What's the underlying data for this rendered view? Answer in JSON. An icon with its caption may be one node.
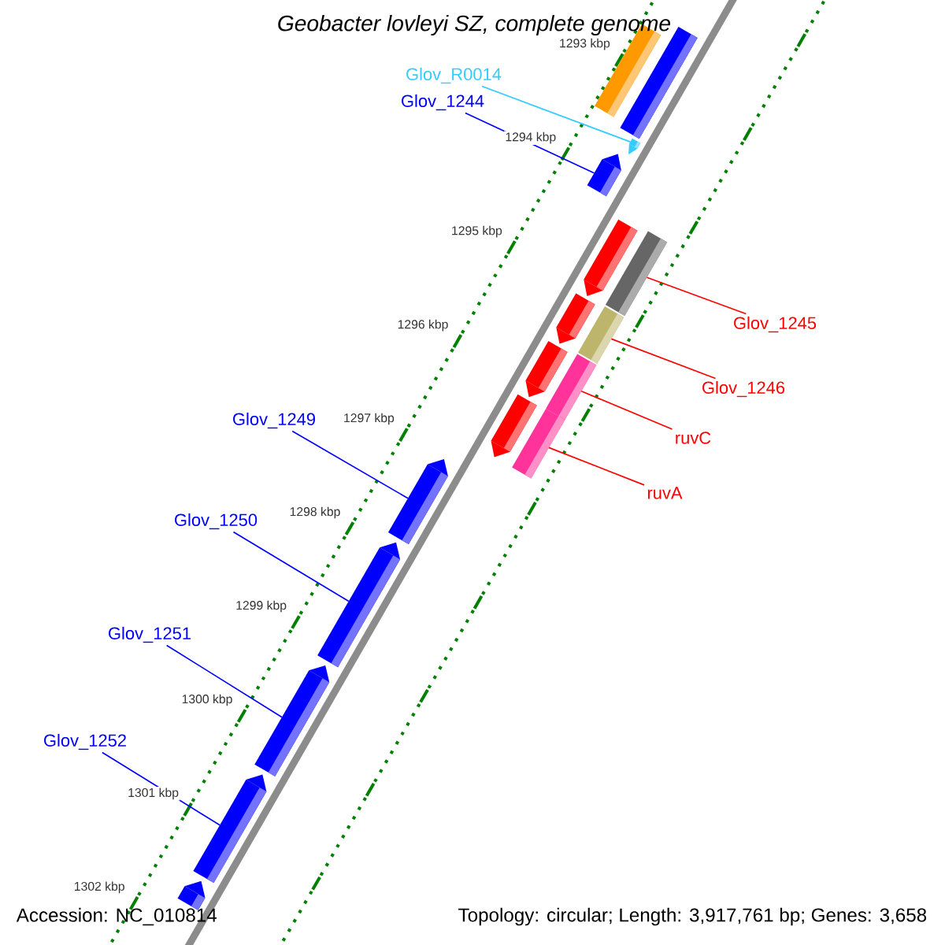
{
  "diagram": {
    "title": "Geobacter lovleyi SZ, complete genome",
    "nodes": [
      {
        "text": [
          "Glov_R0014"
        ]
      },
      {
        "text": [
          "Glov_1244"
        ]
      },
      {
        "text": [],
        "shape": "arrow"
      },
      {
        "text": [],
        "shape": "arrow"
      },
      {
        "text": [],
        "shape": "arrow"
      },
      {
        "text": [],
        "shape": "arrow"
      },
      {
        "text": [],
        "shape": "arrow"
      },
      {
        "text": [],
        "shape": "arrow"
      },
      {
        "text": [
          "Glov_1245"
        ]
      },
      {
        "text": [],
        "shape": "arrow"
      },
      {
        "text": [],
        "shape": "arrow"
      },
      {
        "text": [
          "Glov_1246"
        ]
      },
      {
        "text": [],
        "shape": "arrow"
      },
      {
        "text": [],
        "shape": "arrow"
      },
      {
        "text": [
          "ruvC"
        ]
      },
      {
        "text": [],
        "shape": "arrow"
      },
      {
        "text": [],
        "shape": "arrow"
      },
      {
        "text": [
          "ruvA"
        ]
      },
      {
        "text": [
          "Glov_1249"
        ]
      },
      {
        "text": [],
        "shape": "arrow"
      },
      {
        "text": [
          "Glov_1250"
        ]
      },
      {
        "text": [],
        "shape": "arrow"
      },
      {
        "text": [
          "Glov_1251"
        ]
      },
      {
        "text": [],
        "shape": "arrow"
      },
      {
        "text": [
          "Glov_1252"
        ]
      },
      {
        "text": [],
        "shape": "arrow"
      },
      {
        "text": [],
        "shape": "arrow"
      }
    ],
    "edges": [
      {
        "from": 0,
        "to": 4,
        "arrow": "none",
        "color": "#33ccff"
      },
      {
        "from": 1,
        "to": 5,
        "arrow": "none"
      },
      {
        "from": 8,
        "to": 7,
        "arrow": "none",
        "color": "#ff0000"
      },
      {
        "from": 11,
        "to": 10,
        "arrow": "none",
        "color": "#ff0000"
      },
      {
        "from": 14,
        "to": 13,
        "arrow": "none",
        "color": "#ff0000"
      },
      {
        "from": 17,
        "to": 16,
        "arrow": "none",
        "color": "#ff0000"
      },
      {
        "from": 18,
        "to": 19,
        "arrow": "none"
      },
      {
        "from": 20,
        "to": 21,
        "arrow": "none"
      },
      {
        "from": 22,
        "to": 23,
        "arrow": "none"
      },
      {
        "from": 24,
        "to": 25,
        "arrow": "none"
      }
    ],
    "labels": [
      "1293 kbp",
      "1294 kbp",
      "1295 kbp",
      "1296 kbp",
      "1297 kbp",
      "1298 kbp",
      "1299 kbp",
      "1300 kbp",
      "1301 kbp",
      "1302 kbp",
      "Accession: NC_010814",
      "Topology: circular; Length: 3,917,761 bp; Genes: 3,658"
    ]
  }
}
